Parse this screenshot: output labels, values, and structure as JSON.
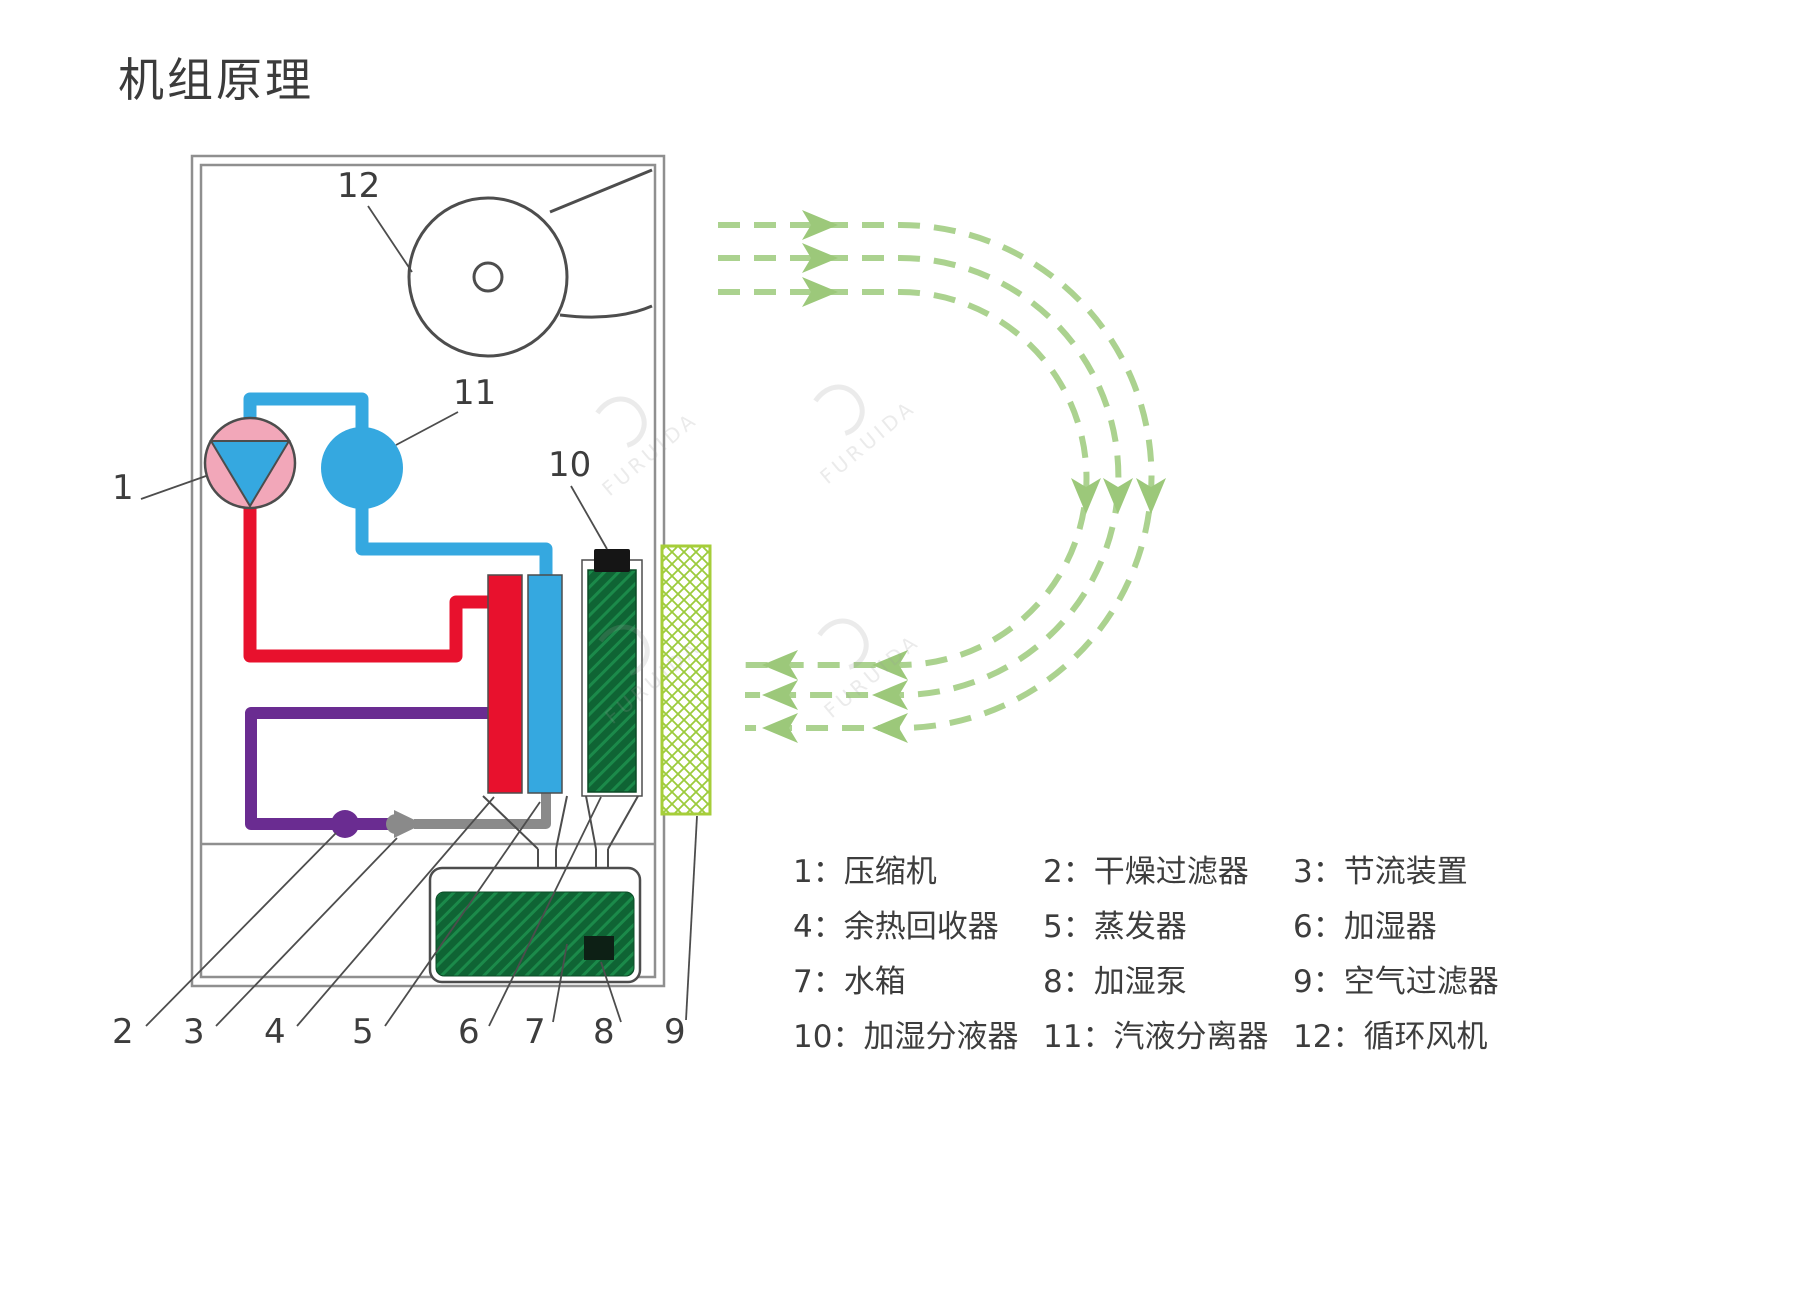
{
  "title": "机组原理",
  "watermark": {
    "text": "FURUIDA"
  },
  "colors": {
    "hot_pipe": "#e8112d",
    "cold_pipe": "#35a8e0",
    "liquid_pipe": "#6a2c91",
    "capillary_pipe": "#8a8a8a",
    "airflow_green": "#a9d18e",
    "component_green": "#0f6434",
    "filter_green": "#9ccb3c",
    "compressor_pink": "#f2a7b9",
    "outline_gray": "#4d4d4d"
  },
  "callouts": [
    {
      "id": "c1",
      "text": "1"
    },
    {
      "id": "c2",
      "text": "2"
    },
    {
      "id": "c3",
      "text": "3"
    },
    {
      "id": "c4",
      "text": "4"
    },
    {
      "id": "c5",
      "text": "5"
    },
    {
      "id": "c6",
      "text": "6"
    },
    {
      "id": "c7",
      "text": "7"
    },
    {
      "id": "c8",
      "text": "8"
    },
    {
      "id": "c9",
      "text": "9"
    },
    {
      "id": "c10",
      "text": "10"
    },
    {
      "id": "c11",
      "text": "11"
    },
    {
      "id": "c12",
      "text": "12"
    }
  ],
  "legend": {
    "items": [
      {
        "label": "1：压缩机"
      },
      {
        "label": "2：干燥过滤器"
      },
      {
        "label": "3：节流装置"
      },
      {
        "label": "4：余热回收器"
      },
      {
        "label": "5：蒸发器"
      },
      {
        "label": "6：加湿器"
      },
      {
        "label": "7：水箱"
      },
      {
        "label": "8：加湿泵"
      },
      {
        "label": "9：空气过滤器"
      },
      {
        "label": "10：加湿分液器"
      },
      {
        "label": "11：汽液分离器"
      },
      {
        "label": "12：循环风机"
      }
    ]
  }
}
